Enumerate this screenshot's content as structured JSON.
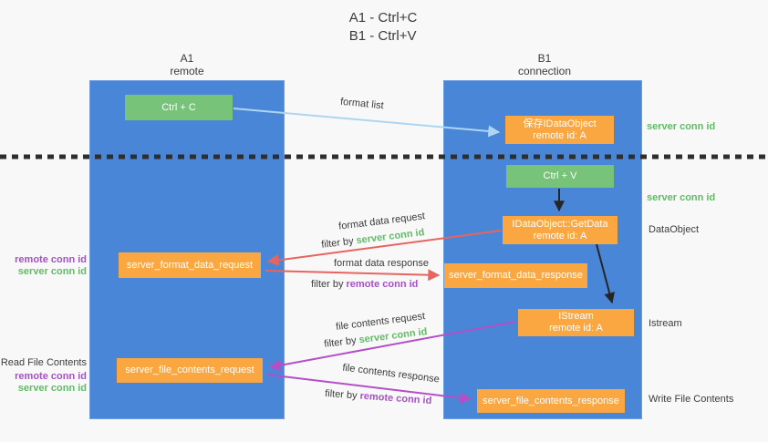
{
  "title": {
    "line1": "A1 - Ctrl+C",
    "line2": "B1 - Ctrl+V"
  },
  "columns": {
    "a1": {
      "name": "A1",
      "subtitle": "remote"
    },
    "b1": {
      "name": "B1",
      "subtitle": "connection"
    }
  },
  "nodes": {
    "ctrl_c": {
      "label": "Ctrl + C"
    },
    "ctrl_v": {
      "label": "Ctrl + V"
    },
    "save_idataobject": {
      "line1": "保存IDataObject",
      "line2": "remote id: A"
    },
    "getdata": {
      "line1": "IDataObject::GetData",
      "line2": "remote id: A"
    },
    "istream": {
      "line1": "IStream",
      "line2": "remote id: A"
    },
    "format_data_request": {
      "label": "server_format_data_request"
    },
    "format_data_response": {
      "label": "server_format_data_response"
    },
    "file_contents_request": {
      "label": "server_file_contents_request"
    },
    "file_contents_response": {
      "label": "server_file_contents_response"
    }
  },
  "arrow_labels": {
    "format_list": "format list",
    "format_data_request": "format data request",
    "format_data_response": "format data response",
    "file_contents_request": "file contents request",
    "file_contents_response": "file contents response",
    "filter_by": "filter by",
    "server_conn_id": "server conn id",
    "remote_conn_id": "remote conn id"
  },
  "side_labels": {
    "server_conn_id_top": "server conn id",
    "server_conn_id_mid": "server conn id",
    "dataobject": "DataObject",
    "istream": "Istream",
    "write_file_contents": "Write File Contents",
    "read_file_contents": "Read File Contents",
    "remote_conn_id_1": "remote conn id",
    "server_conn_id_1": "server conn id",
    "remote_conn_id_2": "remote conn id",
    "server_conn_id_2": "server conn id"
  },
  "colors": {
    "column_blue": "#4a86d8",
    "box_green": "#77c37a",
    "box_orange": "#faa742",
    "arrow_red": "#e8645e",
    "arrow_purple": "#b44fc8",
    "arrow_lightblue": "#aed5f2",
    "arrow_black": "#262626",
    "text_green": "#62bb66",
    "text_purple": "#a650c8",
    "text_dark": "#3c3c3c",
    "background": "#f8f8f8"
  }
}
